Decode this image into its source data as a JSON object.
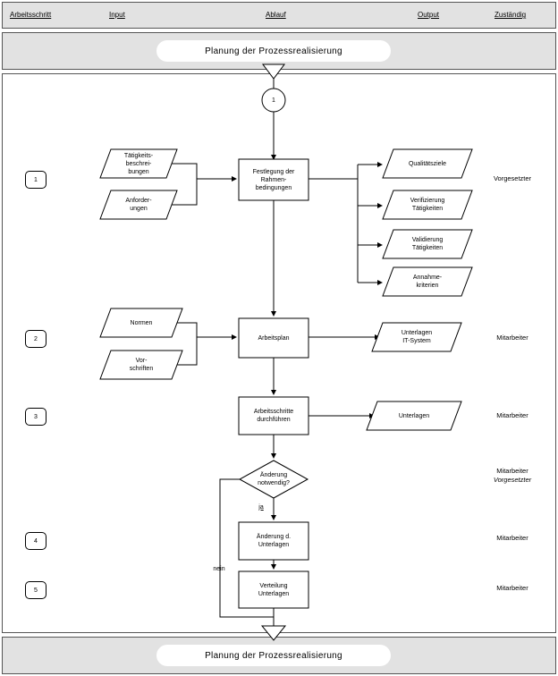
{
  "header": {
    "arbeitsschritt": "Arbeitsschritt",
    "input": "Input",
    "ablauf": "Ablauf",
    "output": "Output",
    "zustaendig": "Zuständig"
  },
  "top_band": {
    "title": "Planung der Prozessrealisierung"
  },
  "bottom_band": {
    "title": "Planung der Prozessrealisierung"
  },
  "connector_start": "1",
  "steps": [
    "1",
    "2",
    "3",
    "4",
    "5"
  ],
  "inputs": {
    "taetigkeitsbeschreibungen": "Tätigkeits-\nbeschrei-\nbungen",
    "anforderungen": "Anforder-\nungen",
    "normen": "Normen",
    "vorschriften": "Vor-\nschriften"
  },
  "process": {
    "festlegung": "Festlegung der\nRahmen-\nbedingungen",
    "arbeitsplan": "Arbeitsplan",
    "arbeitsschritte": "Arbeitsschritte\ndurchführen",
    "decision": "Änderung\nnotwendig?",
    "aenderung": "Änderung d.\nUnterlagen",
    "verteilung": "Verteilung\nUnterlagen"
  },
  "branches": {
    "ja": "ja",
    "nein": "nein"
  },
  "outputs": {
    "qualitaetsziele": "Qualitätsziele",
    "verifizierung": "Verifizierung\nTätigkeiten",
    "validierung": "Validierung\nTätigkeiten",
    "annahmekriterien": "Annahme-\nkriterien",
    "unterlagen_it": "Unterlagen\nIT-System",
    "unterlagen": "Unterlagen"
  },
  "roles": {
    "step1": "Vorgesetzter",
    "step2": "Mitarbeiter",
    "step3": "Mitarbeiter",
    "decision_line1": "Mitarbeiter",
    "decision_line2": "Vorgesetzter",
    "step4": "Mitarbeiter",
    "step5": "Mitarbeiter"
  }
}
